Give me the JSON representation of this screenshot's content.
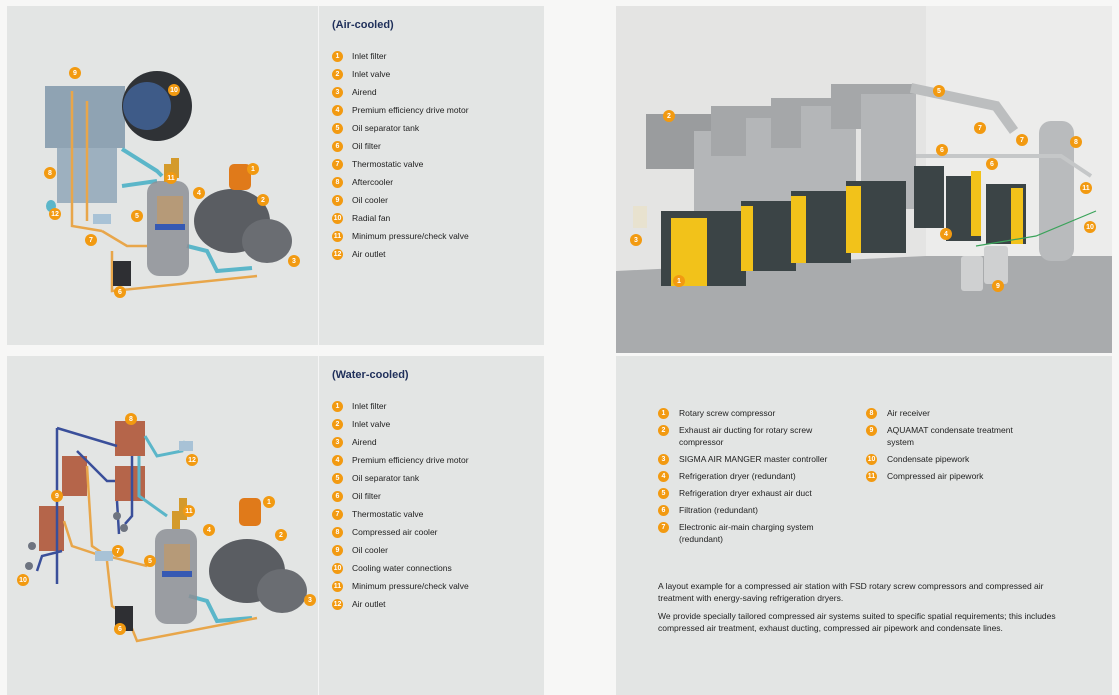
{
  "air_cooled": {
    "title": "(Air-cooled)",
    "items": [
      {
        "num": "1",
        "label": "Inlet filter"
      },
      {
        "num": "2",
        "label": "Inlet valve"
      },
      {
        "num": "3",
        "label": "Airend"
      },
      {
        "num": "4",
        "label": "Premium efficiency drive motor"
      },
      {
        "num": "5",
        "label": "Oil separator tank"
      },
      {
        "num": "6",
        "label": "Oil filter"
      },
      {
        "num": "7",
        "label": "Thermostatic valve"
      },
      {
        "num": "8",
        "label": "Aftercooler"
      },
      {
        "num": "9",
        "label": "Oil cooler"
      },
      {
        "num": "10",
        "label": "Radial fan"
      },
      {
        "num": "11",
        "label": "Minimum pressure/check valve"
      },
      {
        "num": "12",
        "label": "Air outlet"
      }
    ]
  },
  "water_cooled": {
    "title": "(Water-cooled)",
    "items": [
      {
        "num": "1",
        "label": "Inlet filter"
      },
      {
        "num": "2",
        "label": "Inlet valve"
      },
      {
        "num": "3",
        "label": "Airend"
      },
      {
        "num": "4",
        "label": "Premium efficiency drive motor"
      },
      {
        "num": "5",
        "label": "Oil separator tank"
      },
      {
        "num": "6",
        "label": "Oil filter"
      },
      {
        "num": "7",
        "label": "Thermostatic valve"
      },
      {
        "num": "8",
        "label": "Compressed air cooler"
      },
      {
        "num": "9",
        "label": "Oil cooler"
      },
      {
        "num": "10",
        "label": "Cooling water connections"
      },
      {
        "num": "11",
        "label": "Minimum pressure/check valve"
      },
      {
        "num": "12",
        "label": "Air outlet"
      }
    ]
  },
  "station": {
    "items_left": [
      {
        "num": "1",
        "label": "Rotary screw compressor"
      },
      {
        "num": "2",
        "label": "Exhaust air ducting for rotary screw compressor"
      },
      {
        "num": "3",
        "label": "SIGMA AIR MANGER master controller"
      },
      {
        "num": "4",
        "label": "Refrigeration dryer (redundant)"
      },
      {
        "num": "5",
        "label": "Refrigeration dryer exhaust air duct"
      },
      {
        "num": "6",
        "label": "Filtration (redundant)"
      },
      {
        "num": "7",
        "label": "Electronic air-main charging system (redundant)"
      }
    ],
    "items_right": [
      {
        "num": "8",
        "label": "Air receiver"
      },
      {
        "num": "9",
        "label": "AQUAMAT condensate treatment system"
      },
      {
        "num": "10",
        "label": "Condensate pipework"
      },
      {
        "num": "11",
        "label": "Compressed air pipework"
      }
    ],
    "description": [
      "A layout example for a compressed air station with FSD rotary screw compressors and compressed air treatment with energy-saving refrigeration dryers.",
      "We provide specially tailored compressed air systems suited to specific spatial requirements; this includes compressed air treatment, exhaust ducting, compressed air pipework and condensate lines."
    ]
  },
  "colors": {
    "accent_orange": "#f29a11",
    "title_navy": "#1f2f5a",
    "panel_bg": "#e3e5e4",
    "compressor_yellow": "#f2c21a"
  }
}
